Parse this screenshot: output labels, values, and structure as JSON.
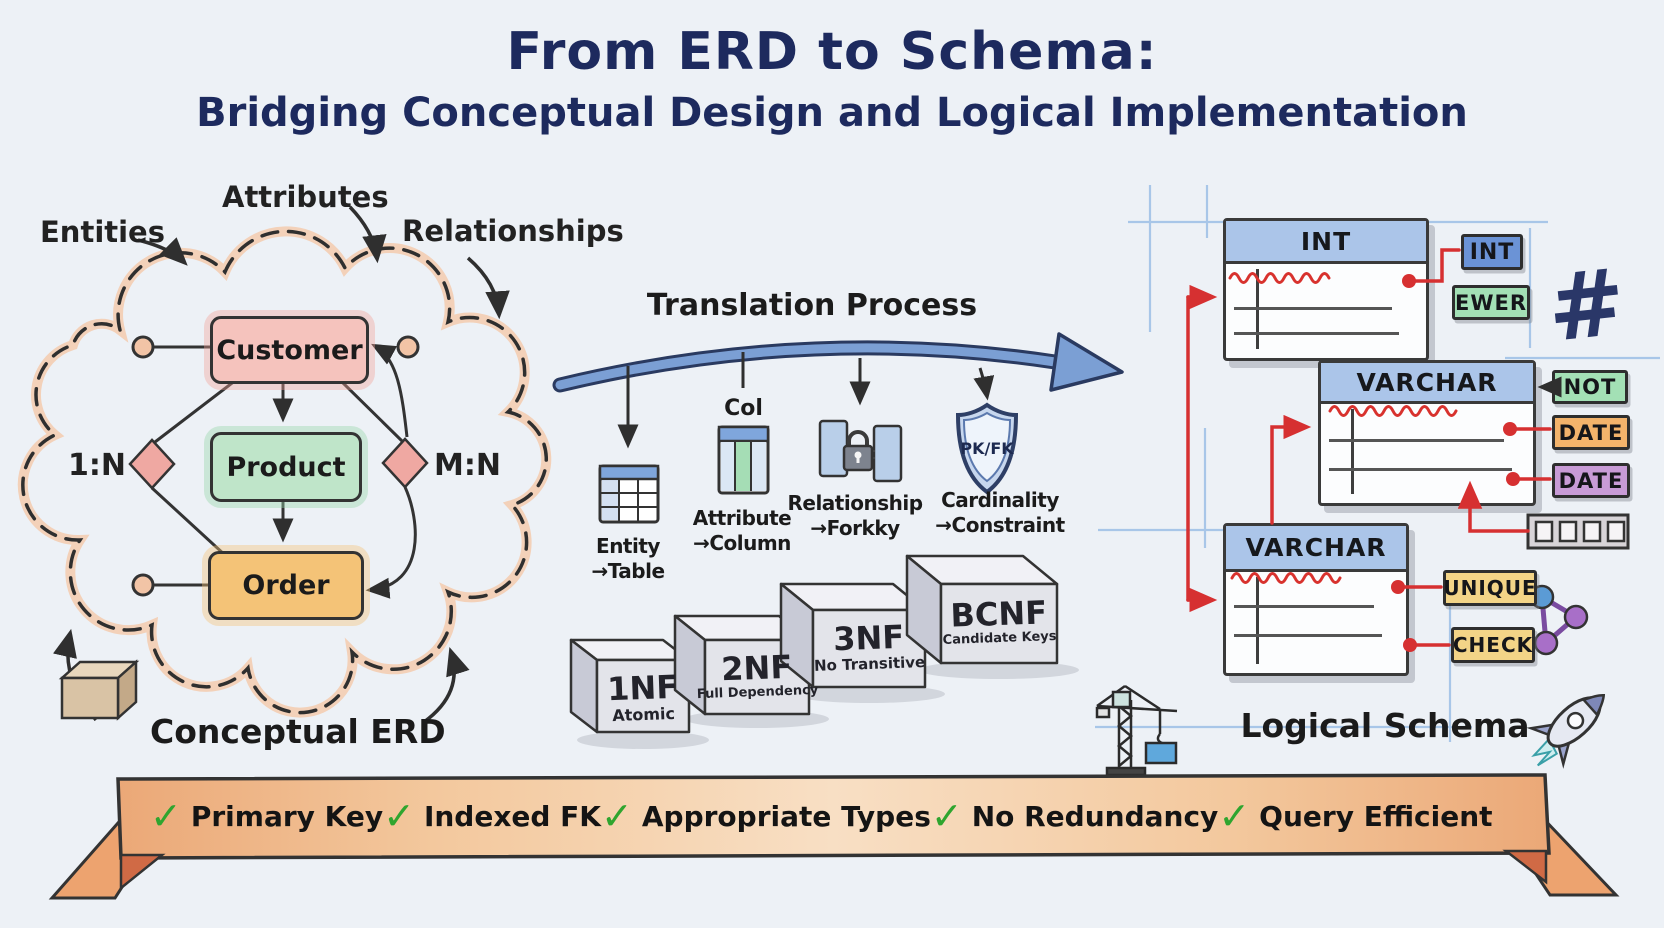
{
  "header": {
    "title": "From ERD to Schema:",
    "subtitle": "Bridging Conceptual Design and Logical Implementation"
  },
  "erd": {
    "label_entities": "Entities",
    "label_attributes": "Attributes",
    "label_relationships": "Relationships",
    "entity_customer": "Customer",
    "entity_product": "Product",
    "entity_order": "Order",
    "cardinality_left": "1:N",
    "cardinality_right": "M:N",
    "caption": "Conceptual ERD",
    "colors": {
      "customer": "#f5c3bd",
      "product": "#bfe5c9",
      "order": "#f4c377",
      "diamond": "#efa8a2",
      "cloud": "#f3cdb3"
    }
  },
  "translation": {
    "title": "Translation Process",
    "col_label": "Col",
    "mappings": [
      {
        "from": "Entity",
        "to": "→Table"
      },
      {
        "from": "Attribute",
        "to": "→Column"
      },
      {
        "from": "Relationship",
        "to": "→Forkky"
      },
      {
        "from": "Cardinality",
        "to": "→Constraint"
      }
    ],
    "shield_label": "PK/FK",
    "normalization": [
      {
        "name": "1NF",
        "desc": "Atomic"
      },
      {
        "name": "2NF",
        "desc": "Full Dependency"
      },
      {
        "name": "3NF",
        "desc": "No Transitive"
      },
      {
        "name": "BCNF",
        "desc": "Candidate Keys"
      }
    ]
  },
  "schema": {
    "caption": "Logical Schema",
    "hash": "#",
    "tables": [
      {
        "name": "INT"
      },
      {
        "name": "VARCHAR"
      },
      {
        "name": "VARCHAR"
      }
    ],
    "badges": {
      "int": "INT",
      "ewer": "EWER",
      "not": "NOT",
      "date1": "DATE",
      "date2": "DATE",
      "unique": "UNIQUE",
      "check": "CHECK"
    },
    "colors": {
      "int": "#6b93d6",
      "green": "#a3e0b5",
      "orange": "#f3b36b",
      "purple": "#c89bd6",
      "tan": "#f3d487",
      "accent_red": "#d63031",
      "blueprint": "#9cbfe6"
    }
  },
  "banner": {
    "items": [
      {
        "check": "✓",
        "label": "Primary Key"
      },
      {
        "check": "✓",
        "label": "Indexed FK"
      },
      {
        "check": "✓",
        "label": "Appropriate Types"
      },
      {
        "check": "✓",
        "label": "No Redundancy"
      },
      {
        "check": "✓",
        "label": "Query Efficient"
      }
    ]
  }
}
